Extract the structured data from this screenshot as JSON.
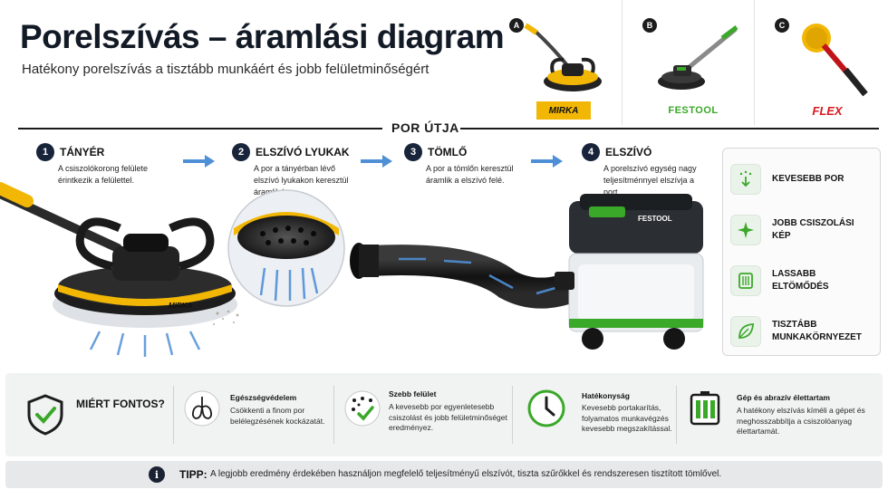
{
  "header": {
    "title": "Porelszívás – áramlási diagram",
    "subtitle": "Hatékony porelszívás a tisztább munkáért és jobb felületminőségért"
  },
  "brands": [
    {
      "letter": "A",
      "logo": "MIRKA"
    },
    {
      "letter": "B",
      "logo": "FESTOOL"
    },
    {
      "letter": "C",
      "logo": "FLEX"
    }
  ],
  "path": {
    "title": "POR ÚTJA",
    "steps": [
      {
        "number": "1",
        "title": "TÁNYÉR",
        "desc": "A csiszolókorong felülete érintkezik a felülettel."
      },
      {
        "number": "2",
        "title": "ELSZÍVÓ LYUKAK",
        "desc": "A por a tányérban lévő elszívó lyukakon keresztül áramlik be."
      },
      {
        "number": "3",
        "title": "TÖMLŐ",
        "desc": "A por a tömlőn keresztül áramlik a elszívó felé."
      },
      {
        "number": "4",
        "title": "ELSZÍVÓ",
        "desc": "A porelszívó egység nagy teljesítménnyel elszívja a port."
      }
    ],
    "sander_brand": "MIRKA",
    "vacuum_brand": "FESTOOL"
  },
  "benefits": [
    {
      "label": "KEVESEBB POR",
      "icon": "dust-down-icon"
    },
    {
      "label": "JOBB CSISZOLÁSI KÉP",
      "icon": "sparkle-icon"
    },
    {
      "label": "LASSABB ELTÖMŐDÉS",
      "icon": "filter-icon"
    },
    {
      "label": "TISZTÁBB MUNKAKÖRNYEZET",
      "icon": "leaf-icon"
    }
  ],
  "why": {
    "title": "MIÉRT FONTOS?",
    "items": [
      {
        "head": "Egészségvédelem",
        "text": "Csökkenti a finom por belélegzésének kockázatát.",
        "icon": "lungs-icon"
      },
      {
        "head": "Szebb felület",
        "text": "A kevesebb por egyenletesebb csiszolást és jobb felületminőséget eredményez.",
        "icon": "check-dots-icon"
      },
      {
        "head": "Hatékonyság",
        "text": "Kevesebb portakarítás, folyamatos munkavégzés kevesebb megszakítással.",
        "icon": "clock-icon"
      },
      {
        "head": "Gép és abrazív élettartam",
        "text": "A hatékony elszívás kíméli a gépet és meghosszabbítja a csiszolóanyag élettartamát.",
        "icon": "battery-icon"
      }
    ]
  },
  "tip": {
    "label": "TIPP:",
    "text": "A legjobb eredmény érdekében használjon megfelelő teljesítményű elszívót, tiszta szűrőkkel és rendszeresen tisztított tömlővel."
  },
  "colors": {
    "navy": "#17243a",
    "accent_blue": "#4f8fd6",
    "festool_green": "#3aa829",
    "mirka_yellow": "#f2b705",
    "flex_red": "#d7191f"
  }
}
